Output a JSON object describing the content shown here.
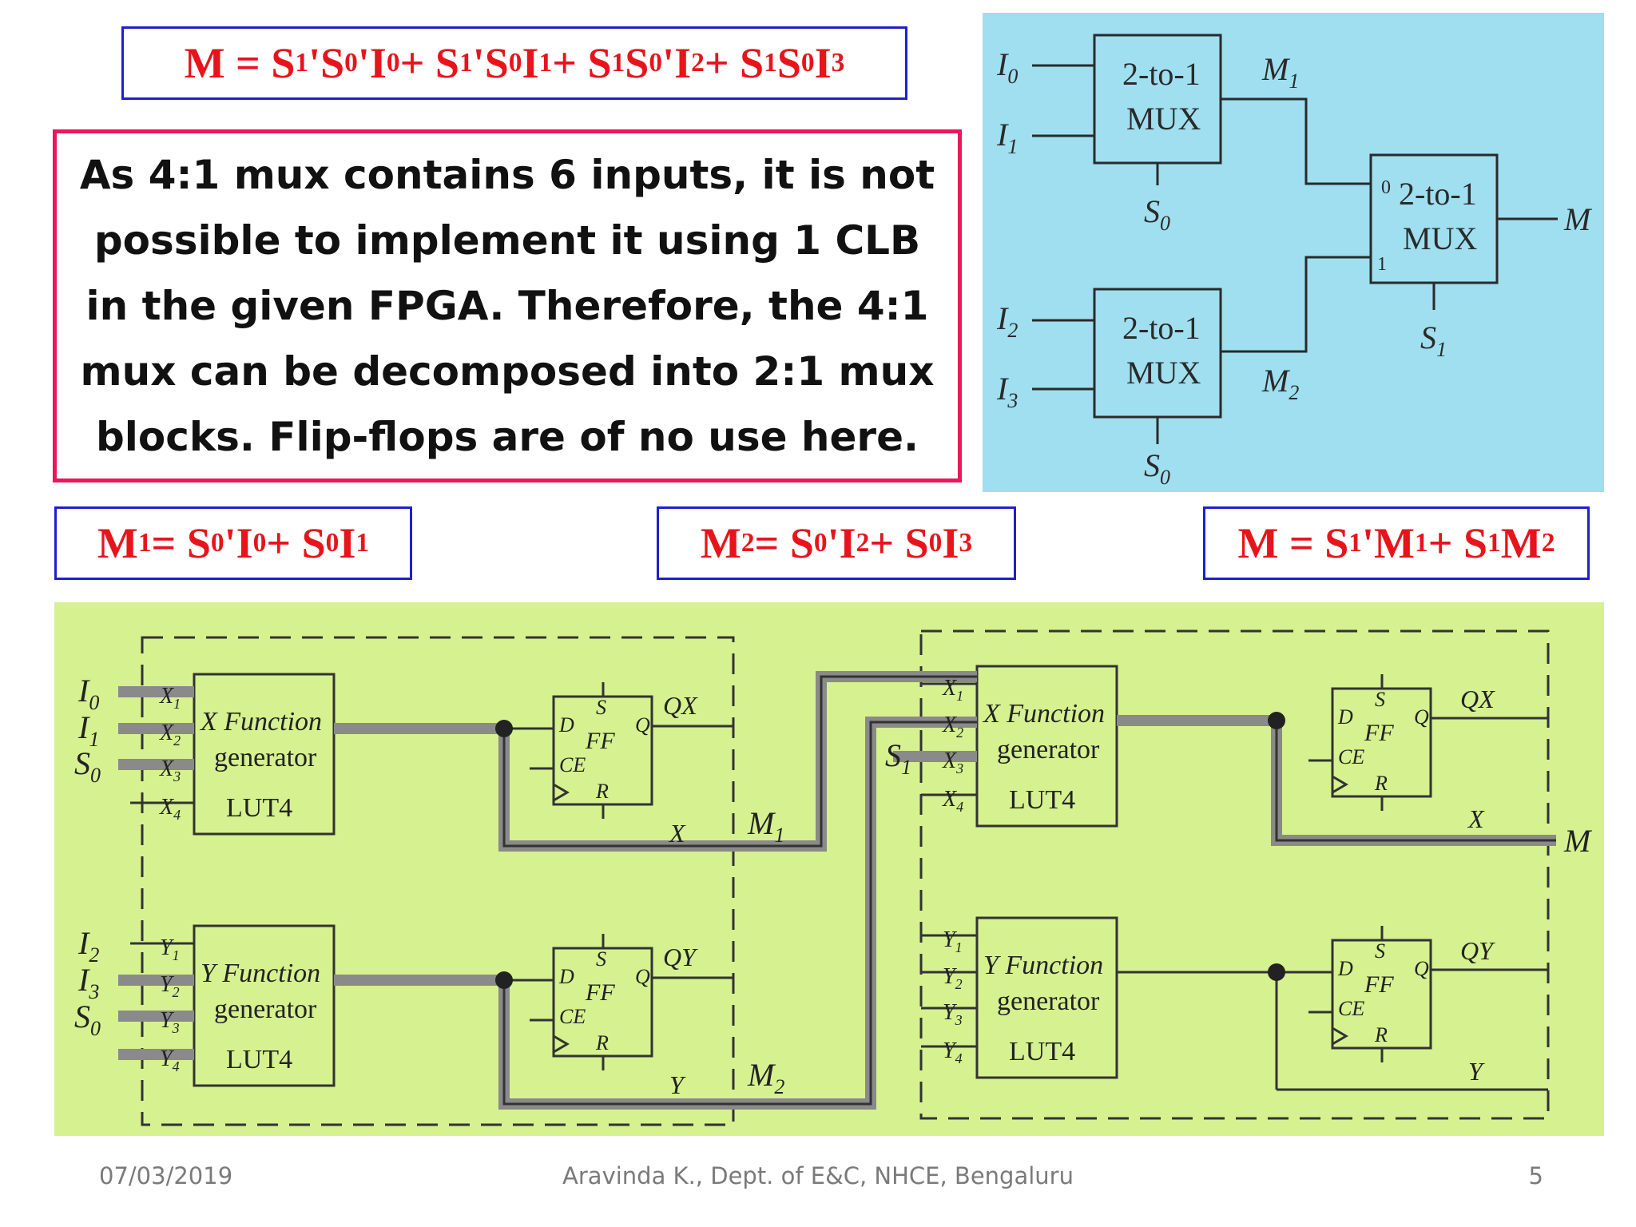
{
  "equations": {
    "m_full": {
      "parts": [
        "M = S",
        "1",
        "'S",
        "0",
        "'I",
        "0",
        " + S",
        "1",
        "'S",
        "0",
        "I",
        "1",
        " + S",
        "1",
        "S",
        "0",
        "'I",
        "2",
        " + S",
        "1",
        "S",
        "0",
        "I",
        "3"
      ]
    },
    "m1": {
      "parts": [
        "M",
        "1",
        " = S",
        "0",
        "'I",
        "0",
        " + S",
        "0",
        "I",
        "1"
      ]
    },
    "m2": {
      "parts": [
        "M",
        "2",
        " = S",
        "0",
        "'I",
        "2",
        " + S",
        "0",
        "I",
        "3"
      ]
    },
    "m": {
      "parts": [
        "M = S",
        "1",
        "'M",
        "1",
        " + S",
        "1",
        "M",
        "2"
      ]
    }
  },
  "explanation": "As 4:1 mux contains 6 inputs, it is not possible to implement it using 1 CLB in the given FPGA. Therefore, the 4:1 mux can be decomposed into 2:1 mux blocks. Flip-flops are of no use here.",
  "mux_diagram": {
    "block_line1": "2-to-1",
    "block_line2": "MUX",
    "in0": "I",
    "in0_sub": "0",
    "in1": "I",
    "in1_sub": "1",
    "in2": "I",
    "in2_sub": "2",
    "in3": "I",
    "in3_sub": "3",
    "sel0": "S",
    "sel0_sub": "0",
    "sel1": "S",
    "sel1_sub": "1",
    "m1": "M",
    "m1_sub": "1",
    "m2": "M",
    "m2_sub": "2",
    "out": "M",
    "port0": "0",
    "port1": "1"
  },
  "fpga_diagram": {
    "x_gen": {
      "line1": "X Function",
      "line2": "generator",
      "line3": "LUT4"
    },
    "y_gen": {
      "line1": "Y Function",
      "line2": "generator",
      "line3": "LUT4"
    },
    "x_pins": [
      "X",
      "X",
      "X",
      "X"
    ],
    "y_pins": [
      "Y",
      "Y",
      "Y",
      "Y"
    ],
    "pin_subs": [
      "1",
      "2",
      "3",
      "4"
    ],
    "ff": {
      "d": "D",
      "ce": "CE",
      "s": "S",
      "r": "R",
      "q": "Q",
      "label": "FF"
    },
    "qx": "QX",
    "qy": "QY",
    "x_out": "X",
    "y_out": "Y",
    "i0": "I",
    "i0_sub": "0",
    "i1": "I",
    "i1_sub": "1",
    "i2": "I",
    "i2_sub": "2",
    "i3": "I",
    "i3_sub": "3",
    "s0": "S",
    "s0_sub": "0",
    "s1": "S",
    "s1_sub": "1",
    "m1": "M",
    "m1_sub": "1",
    "m2": "M",
    "m2_sub": "2",
    "m_out": "M"
  },
  "footer": {
    "date": "07/03/2019",
    "author": "Aravinda K., Dept. of E&C, NHCE, Bengaluru",
    "page": "5"
  },
  "colors": {
    "equation_text": "#e8141b",
    "equation_border": "#1f1fcc",
    "explain_border": "#e8185b",
    "mux_panel_bg": "#9fdff0",
    "fpga_panel_bg": "#d6f18f"
  }
}
